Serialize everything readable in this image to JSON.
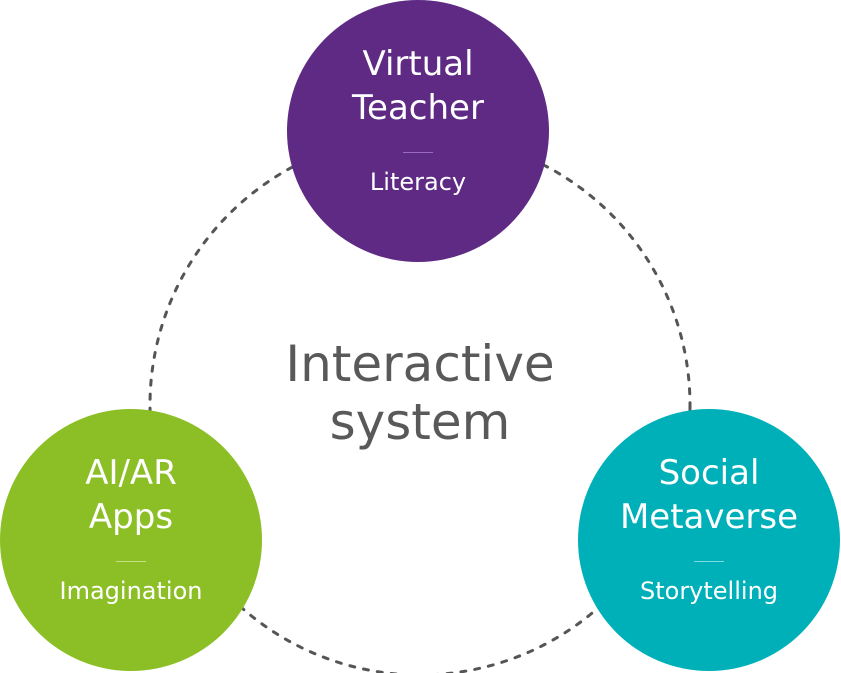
{
  "center": {
    "line1": "Interactive",
    "line2": "system"
  },
  "nodes": {
    "top": {
      "title_line1": "Virtual",
      "title_line2": "Teacher",
      "subtitle": "Literacy",
      "color": "#5e2a84",
      "divider_color": "#9a6bbf"
    },
    "left": {
      "title_line1": "AI/AR",
      "title_line2": "Apps",
      "subtitle": "Imagination",
      "color": "#8cbf26",
      "divider_color": "#c4e07f"
    },
    "right": {
      "title_line1": "Social",
      "title_line2": "Metaverse",
      "subtitle": "Storytelling",
      "color": "#00b0b9",
      "divider_color": "#7fdde2"
    }
  },
  "ring": {
    "color": "#555555"
  }
}
